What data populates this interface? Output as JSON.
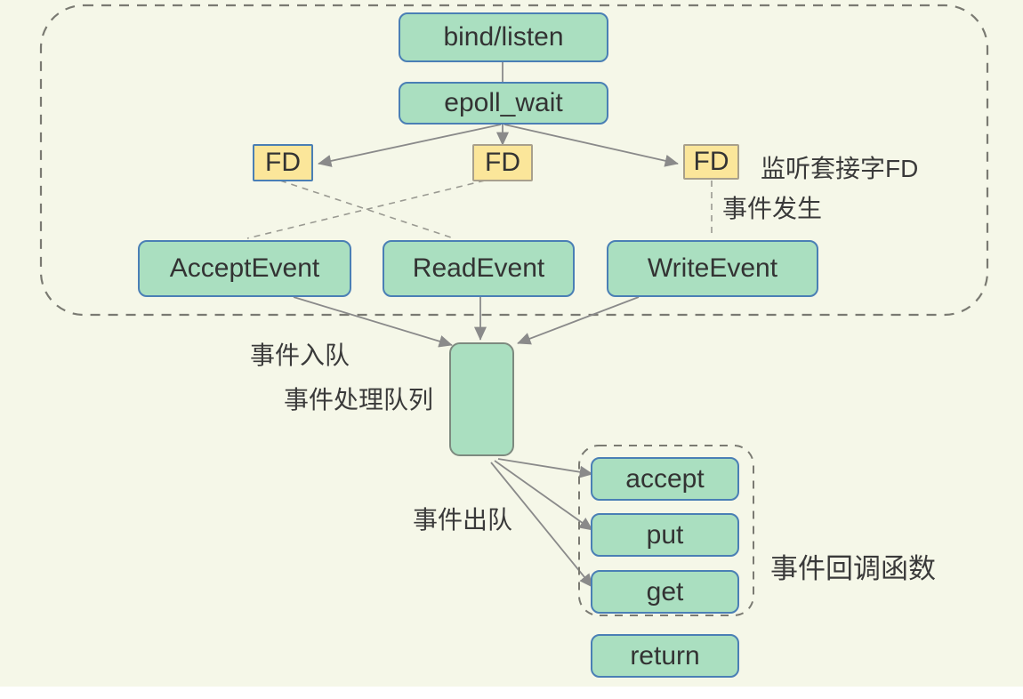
{
  "diagram": {
    "title_text": "epoll event loop diagram",
    "background_color": "#f5f7e8",
    "green_fill": "#aadfc0",
    "yellow_fill": "#fbe69a",
    "blue_border": "#4a7fb5",
    "gray_border": "#7d8a7f",
    "squiggle_color": "#e07b39",
    "nodes": {
      "bind_listen": "bind/listen",
      "epoll_wait": "epoll_wait",
      "fd_1": "FD",
      "fd_2": "FD",
      "fd_3": "FD",
      "accept_event": "AcceptEvent",
      "read_event": "ReadEvent",
      "write_event": "WriteEvent",
      "queue": "",
      "accept": "accept",
      "put": "put",
      "get": "get",
      "return": "return"
    },
    "labels": {
      "listen_socket_fd": "监听套接字FD",
      "event_occurs": "事件发生",
      "event_enqueue": "事件入队",
      "event_queue": "事件处理队列",
      "event_dequeue": "事件出队",
      "event_callbacks": "事件回调函数"
    },
    "groups": {
      "outer_dashed": "epoll-region",
      "callback_dashed": "callback-region"
    }
  }
}
